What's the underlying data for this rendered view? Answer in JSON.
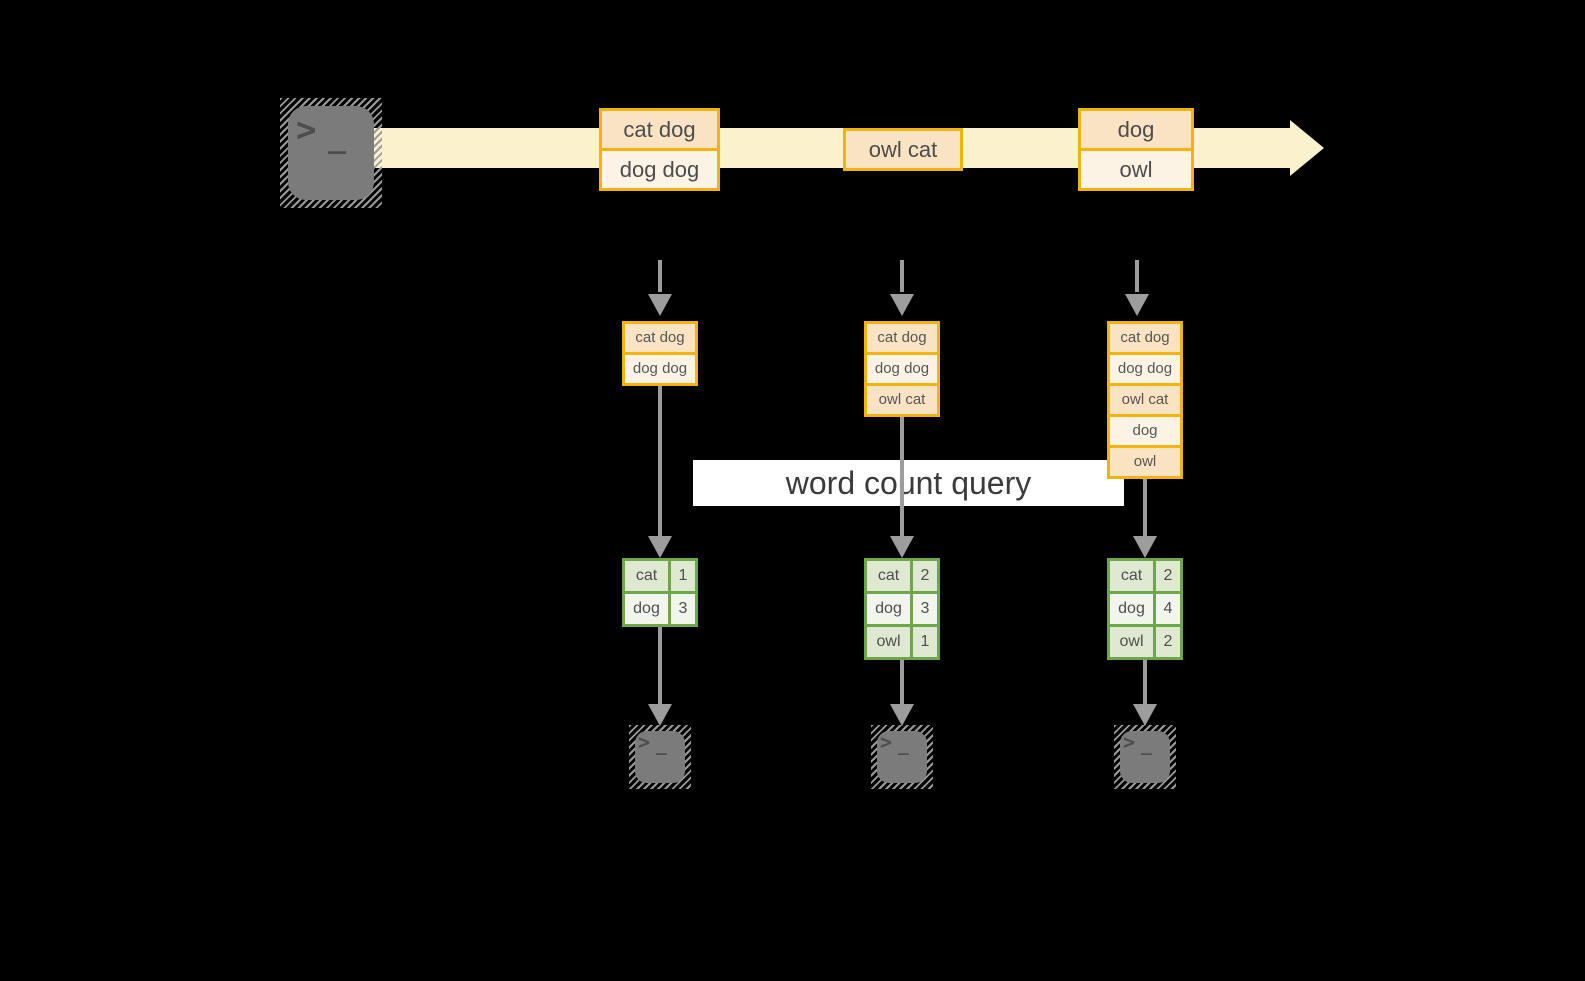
{
  "colors": {
    "band": "#fcf1cd",
    "orange_border": "#f2b30c",
    "fill_a": "#fae3c3",
    "fill_b": "#fdf3e4",
    "green_border": "#6ca74a",
    "green_a": "#dfe9d1",
    "green_b": "#f1f5ec",
    "arrow_gray": "#9d9d9d",
    "terminal_fill": "#7b7b7b",
    "terminal_glyph": "#4d4d4d",
    "label_bg": "#ffffff",
    "text_dark": "#3b3b3b"
  },
  "terminal_prompt": {
    "chevron": ">",
    "underscore": "_"
  },
  "query_label": "word count query",
  "stream_events": [
    {
      "cells": [
        "cat dog",
        "dog dog"
      ]
    },
    {
      "cells": [
        "owl cat"
      ]
    },
    {
      "cells": [
        "dog",
        "owl"
      ]
    }
  ],
  "columns": [
    {
      "buffer": [
        "cat dog",
        "dog dog"
      ],
      "counts": [
        {
          "word": "cat",
          "count": "1"
        },
        {
          "word": "dog",
          "count": "3"
        }
      ]
    },
    {
      "buffer": [
        "cat dog",
        "dog dog",
        "owl cat"
      ],
      "counts": [
        {
          "word": "cat",
          "count": "2"
        },
        {
          "word": "dog",
          "count": "3"
        },
        {
          "word": "owl",
          "count": "1"
        }
      ]
    },
    {
      "buffer": [
        "cat dog",
        "dog dog",
        "owl cat",
        "dog",
        "owl"
      ],
      "counts": [
        {
          "word": "cat",
          "count": "2"
        },
        {
          "word": "dog",
          "count": "4"
        },
        {
          "word": "owl",
          "count": "2"
        }
      ]
    }
  ]
}
